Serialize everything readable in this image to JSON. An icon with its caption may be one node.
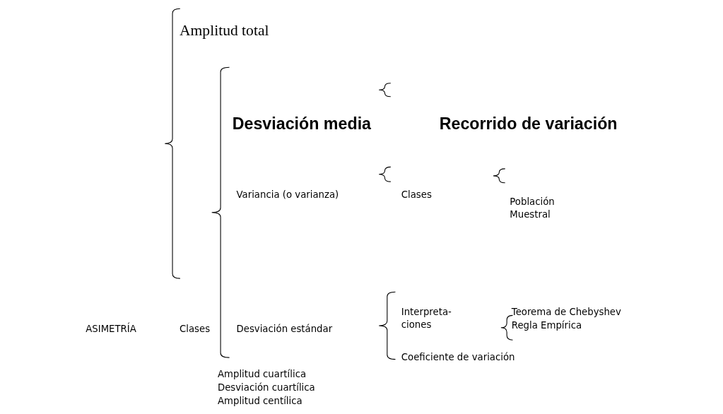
{
  "diagram": {
    "labels": [
      "Amplitud total",
      "Desviación media",
      "Recorrido de variación",
      "Variancia (o varianza)",
      "Clases",
      "Población",
      "Muestral",
      "Interpreta- ciones",
      "Teorema de Chebyshev",
      "ASIMETRÍA",
      "Clases",
      "Desviación estándar",
      "Regla Empírica",
      "Coeficiente de variación",
      "Amplitud cuartílica",
      "Desviación cuartílica",
      "Amplitud centílica"
    ]
  }
}
